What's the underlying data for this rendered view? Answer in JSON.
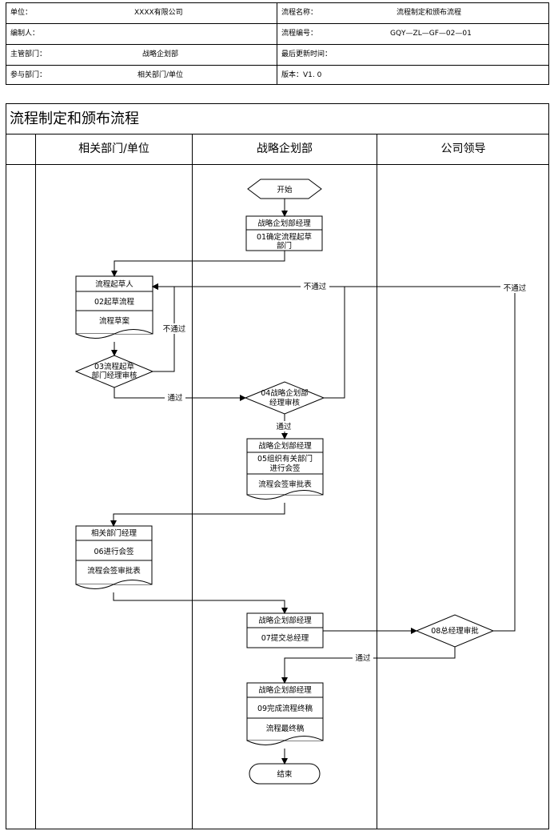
{
  "info": {
    "unit_label": "单位：",
    "unit_value": "XXXX有限公司",
    "process_name_label": "流程名称：",
    "process_name_value": "流程制定和颁布流程",
    "editor_label": "编制人：",
    "process_no_label": "流程编号：",
    "process_no_value": "GQY—ZL—GF—02—01",
    "dept_label": "主管部门：",
    "dept_value": "战略企划部",
    "updated_label": "最后更新时间：",
    "participants_label": "参与部门：",
    "participants_value": "相关部门/单位",
    "version_label": "版本：V1. 0"
  },
  "diagram": {
    "title": "流程制定和颁布流程",
    "lanes": [
      "相关部门/单位",
      "战略企划部",
      "公司领导"
    ],
    "start": "开始",
    "end": "结束",
    "step01": {
      "role": "战略企划部经理",
      "action_l1": "01确定流程起草",
      "action_l2": "部门"
    },
    "step02": {
      "role": "流程起草人",
      "action": "02起草流程",
      "doc": "流程草案"
    },
    "step03": {
      "l1": "03流程起草",
      "l2": "部门经理审核"
    },
    "step04": {
      "l1": "04战略企划部",
      "l2": "经理审核"
    },
    "step05": {
      "role": "战略企划部经理",
      "action_l1": "05组织有关部门",
      "action_l2": "进行会签",
      "doc": "流程会签审批表"
    },
    "step06": {
      "role": "相关部门经理",
      "action": "06进行会签",
      "doc": "流程会签审批表"
    },
    "step07": {
      "role": "战略企划部经理",
      "action": "07提交总经理"
    },
    "step08": {
      "label": "08总经理审批"
    },
    "step09": {
      "role": "战略企划部经理",
      "action": "09完成流程终稿",
      "doc": "流程最终稿"
    },
    "labels": {
      "pass": "通过",
      "fail": "不通过"
    }
  }
}
